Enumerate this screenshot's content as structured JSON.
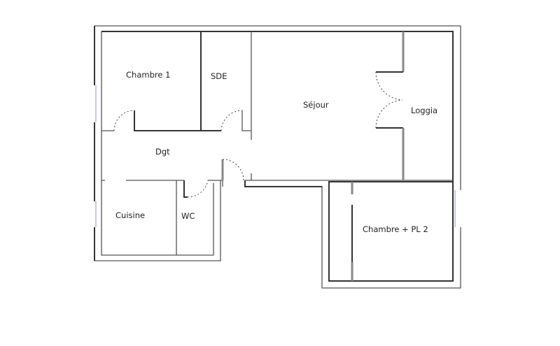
{
  "title": "Floor plan",
  "rooms": {
    "chambre1": "Chambre 1",
    "sde": "SDE",
    "sejour": "Séjour",
    "loggia": "Loggia",
    "dgt": "Dgt",
    "cuisine": "Cuisine",
    "wc": "WC",
    "chambre2": "Chambre + PL 2"
  },
  "colors": {
    "wall": "#333333",
    "window": "#9aa6d8"
  }
}
